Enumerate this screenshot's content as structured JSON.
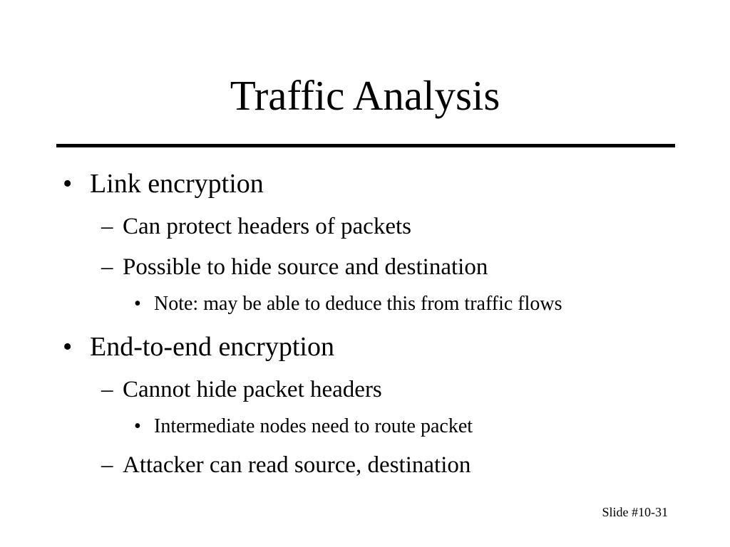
{
  "slide": {
    "title": "Traffic Analysis",
    "bullet_l1": "•",
    "bullet_l2": "–",
    "bullet_l3": "•",
    "items": [
      {
        "level": 1,
        "text": "Link encryption"
      },
      {
        "level": 2,
        "text": "Can protect headers of packets"
      },
      {
        "level": 2,
        "text": "Possible to hide source and destination"
      },
      {
        "level": 3,
        "text": "Note: may be able to deduce this from traffic flows"
      },
      {
        "level": 1,
        "text": "End-to-end encryption"
      },
      {
        "level": 2,
        "text": "Cannot hide packet headers"
      },
      {
        "level": 3,
        "text": "Intermediate nodes need to route packet"
      },
      {
        "level": 2,
        "text": "Attacker can read source, destination"
      }
    ],
    "slide_number": "Slide #10-31"
  }
}
